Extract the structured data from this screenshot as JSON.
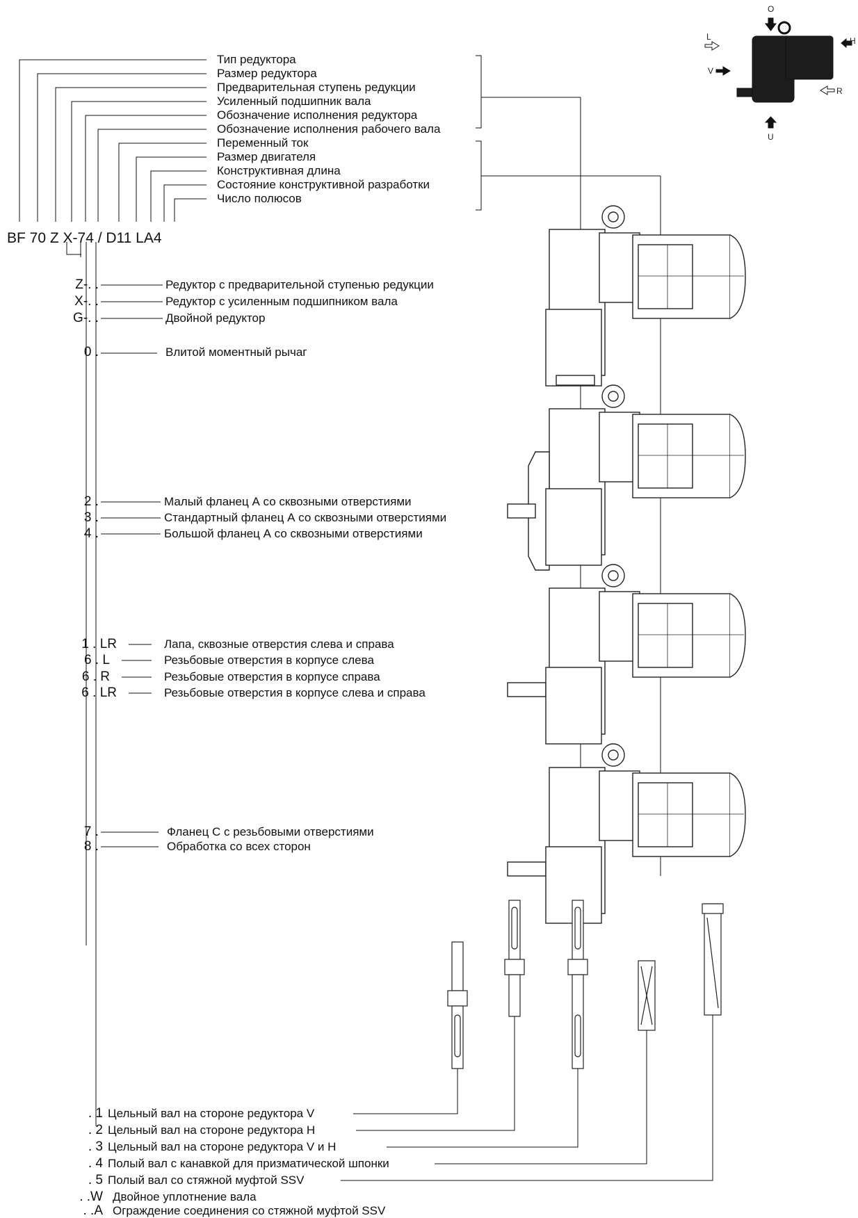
{
  "designation": "BF 70 Z  X-74 / D11 LA4",
  "top_labels": [
    "Тип редуктора",
    "Размер редуктора",
    "Предварительная ступень редукции",
    "Усиленный подшипник вала",
    "Обозначение исполнения редуктора",
    "Обозначение исполнения рабочего вала",
    "Переменный ток",
    "Размер двигателя",
    "Конструктивная длина",
    "Состояние конструктивной разработки",
    "Число полюсов"
  ],
  "type_options": [
    {
      "code": "Z-. .",
      "label": "Редуктор с предварительной ступенью редукции"
    },
    {
      "code": "X-. .",
      "label": "Редуктор с усиленным подшипником вала"
    },
    {
      "code": "G-. .",
      "label": "Двойной редуктор"
    }
  ],
  "arm_option": {
    "code": "0 .",
    "label": "Влитой моментный рычаг"
  },
  "flange_options": [
    {
      "code": "2 .",
      "label": "Малый фланец А со сквозными отверстиями"
    },
    {
      "code": "3 .",
      "label": "Стандартный фланец А со сквозными отверстиями"
    },
    {
      "code": "4 .",
      "label": "Большой фланец А со сквозными отверстиями"
    }
  ],
  "foot_options": [
    {
      "code": "1 . LR",
      "label": "Лапа, сквозные отверстия слева и справа"
    },
    {
      "code": "6 . L",
      "label": "Резьбовые отверстия в корпусе слева"
    },
    {
      "code": "6 . R",
      "label": "Резьбовые отверстия в корпусе справа"
    },
    {
      "code": "6 . LR",
      "label": "Резьбовые отверстия в корпусе слева и справа"
    }
  ],
  "c_options": [
    {
      "code": "7 .",
      "label": "Фланец С с резьбовыми отверстиями"
    },
    {
      "code": "8 .",
      "label": "Обработка со всех сторон"
    }
  ],
  "shaft_options": [
    {
      "code": ". 1",
      "label": "Цельный вал на стороне редуктора V"
    },
    {
      "code": ". 2",
      "label": "Цельный вал на стороне редуктора H"
    },
    {
      "code": ". 3",
      "label": "Цельный вал на стороне редуктора V  и H"
    },
    {
      "code": ". 4",
      "label": "Полый вал с канавкой для призматической шпонки"
    },
    {
      "code": ". 5",
      "label": "Полый вал со стяжной муфтой SSV"
    },
    {
      "code": ". .W",
      "label": "Двойное уплотнение вала"
    },
    {
      "code": ". .A",
      "label": "Ограждение соединения со стяжной муфтой SSV"
    }
  ],
  "directions": {
    "O": "O",
    "H": "H",
    "L": "L",
    "V": "V",
    "R": "R",
    "U": "U"
  }
}
